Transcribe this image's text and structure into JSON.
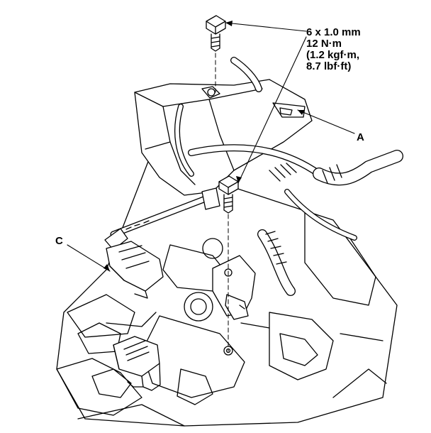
{
  "spec": {
    "line1": "6 x 1.0 mm",
    "line2": "12 N·m",
    "line3": "(1.2 kgf·m,",
    "line4": "8.7 lbf·ft)"
  },
  "callouts": {
    "a": "A",
    "c": "C"
  },
  "colors": {
    "ink": "#000000",
    "paper": "#ffffff"
  }
}
